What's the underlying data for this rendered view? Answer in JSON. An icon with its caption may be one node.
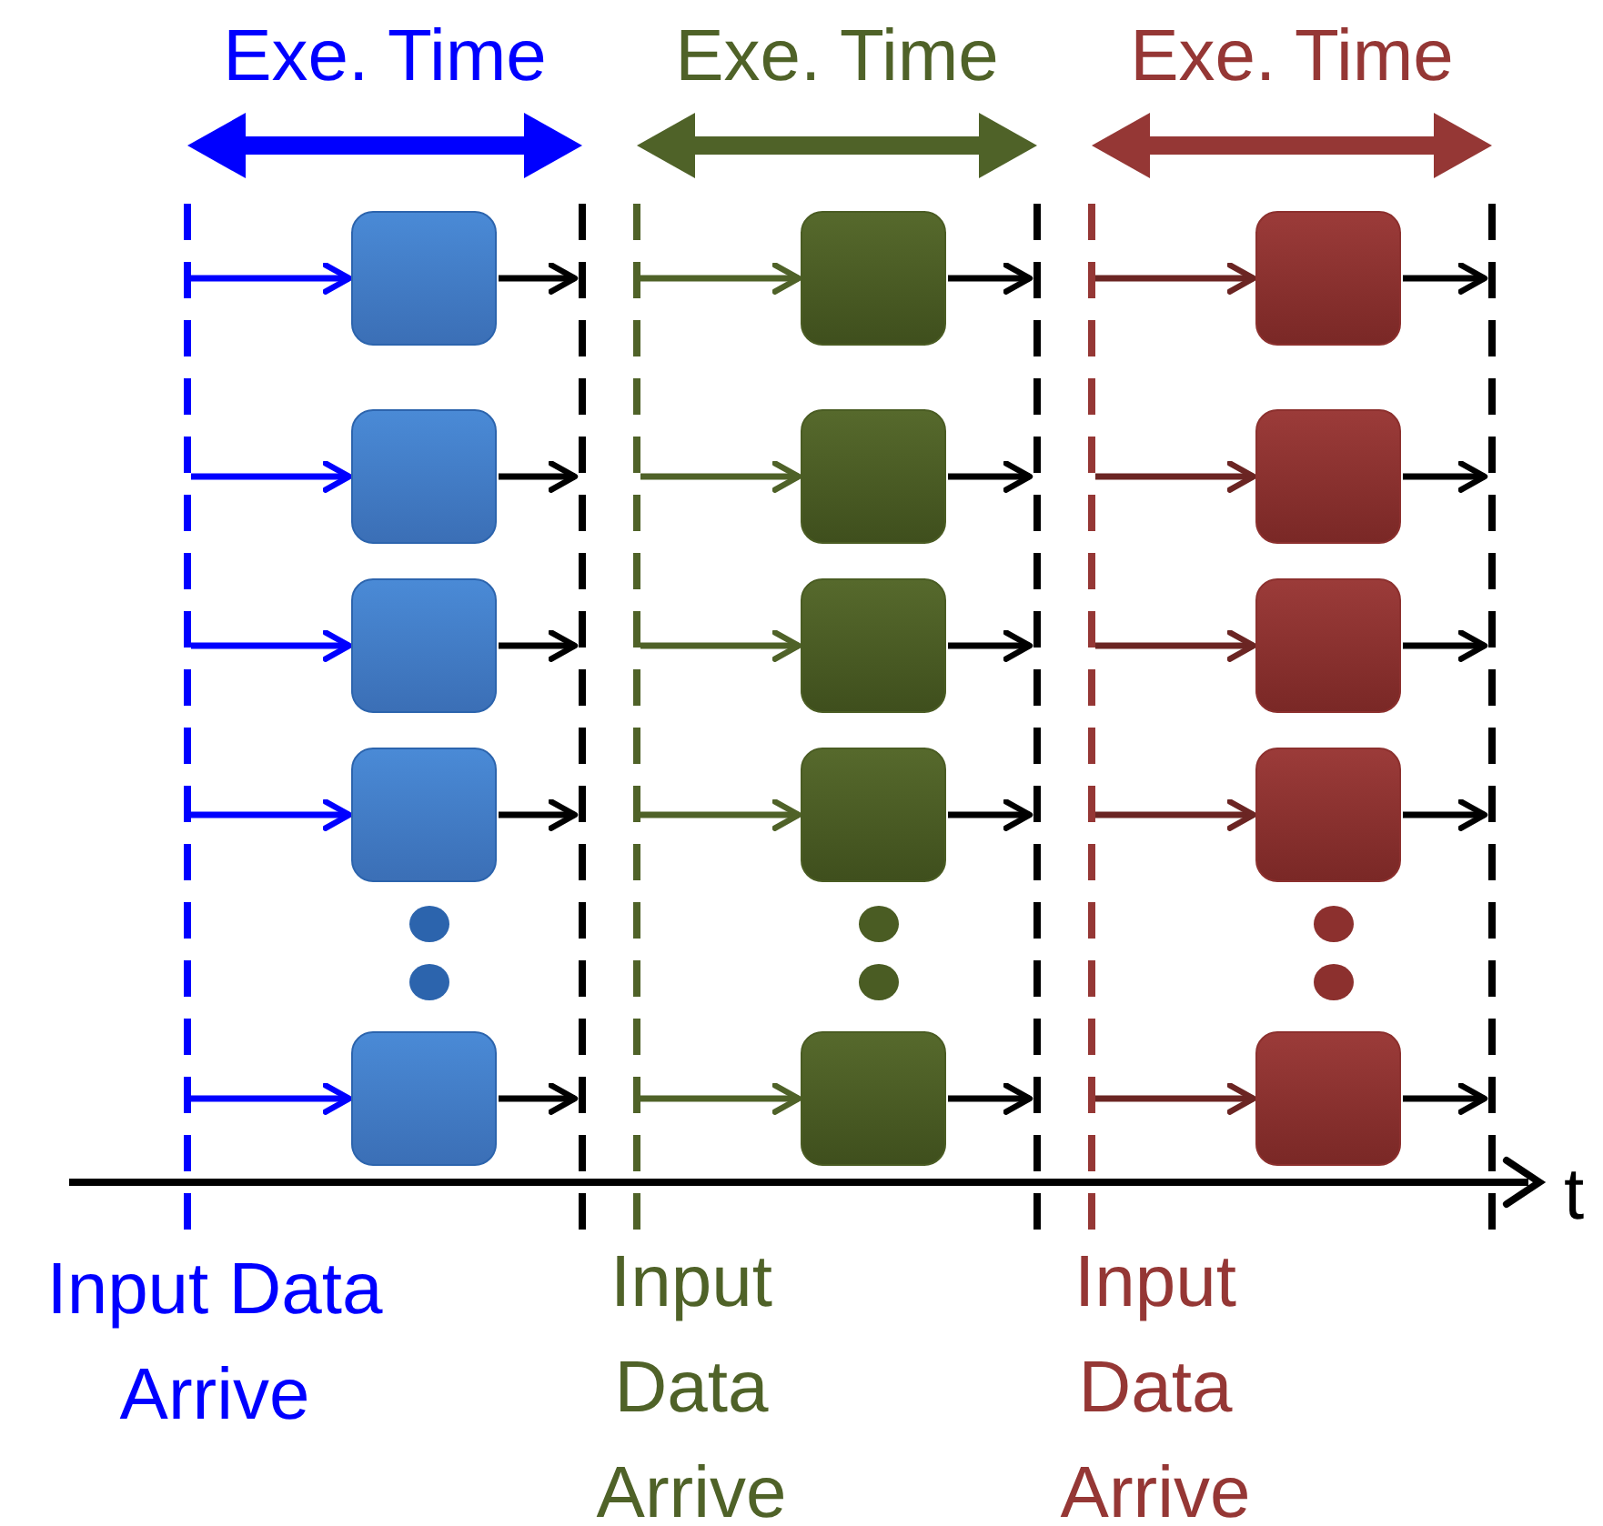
{
  "diagram": {
    "nodes": [
      {
        "text": [],
        "shape": "box"
      },
      {
        "text": [],
        "shape": "box"
      },
      {
        "text": [],
        "shape": "box"
      },
      {
        "text": [],
        "shape": "box"
      },
      {
        "text": [],
        "shape": "box"
      },
      {
        "text": [],
        "shape": "box"
      },
      {
        "text": [],
        "shape": "box"
      },
      {
        "text": [],
        "shape": "box"
      },
      {
        "text": [],
        "shape": "box"
      },
      {
        "text": [],
        "shape": "box"
      },
      {
        "text": [],
        "shape": "box"
      },
      {
        "text": [],
        "shape": "box"
      },
      {
        "text": [],
        "shape": "box"
      },
      {
        "text": [],
        "shape": "box"
      },
      {
        "text": [],
        "shape": "box"
      }
    ],
    "edges": [
      {
        "from": null,
        "to": 0,
        "arrow": "to",
        "color": "#0000ff"
      },
      {
        "from": 0,
        "to": null,
        "arrow": "to"
      },
      {
        "from": null,
        "to": 1,
        "arrow": "to",
        "color": "#0000ff"
      },
      {
        "from": 1,
        "to": null,
        "arrow": "to"
      },
      {
        "from": null,
        "to": 2,
        "arrow": "to",
        "color": "#0000ff"
      },
      {
        "from": 2,
        "to": null,
        "arrow": "to"
      },
      {
        "from": null,
        "to": 3,
        "arrow": "to",
        "color": "#0000ff"
      },
      {
        "from": 3,
        "to": null,
        "arrow": "to"
      },
      {
        "from": null,
        "to": 4,
        "arrow": "to",
        "color": "#0000ff"
      },
      {
        "from": 4,
        "to": null,
        "arrow": "to"
      },
      {
        "from": null,
        "to": 5,
        "arrow": "to",
        "color": "#4f6228"
      },
      {
        "from": 5,
        "to": null,
        "arrow": "to"
      },
      {
        "from": null,
        "to": 6,
        "arrow": "to",
        "color": "#4f6228"
      },
      {
        "from": 6,
        "to": null,
        "arrow": "to"
      },
      {
        "from": null,
        "to": 7,
        "arrow": "to",
        "color": "#4f6228"
      },
      {
        "from": 7,
        "to": null,
        "arrow": "to"
      },
      {
        "from": null,
        "to": 8,
        "arrow": "to",
        "color": "#4f6228"
      },
      {
        "from": 8,
        "to": null,
        "arrow": "to"
      },
      {
        "from": null,
        "to": 9,
        "arrow": "to",
        "color": "#4f6228"
      },
      {
        "from": 9,
        "to": null,
        "arrow": "to"
      },
      {
        "from": null,
        "to": 10,
        "arrow": "to",
        "color": "#6b2523"
      },
      {
        "from": 10,
        "to": null,
        "arrow": "to"
      },
      {
        "from": null,
        "to": 11,
        "arrow": "to",
        "color": "#6b2523"
      },
      {
        "from": 11,
        "to": null,
        "arrow": "to"
      },
      {
        "from": null,
        "to": 12,
        "arrow": "to",
        "color": "#6b2523"
      },
      {
        "from": 12,
        "to": null,
        "arrow": "to"
      },
      {
        "from": null,
        "to": 13,
        "arrow": "to",
        "color": "#6b2523"
      },
      {
        "from": 13,
        "to": null,
        "arrow": "to"
      },
      {
        "from": null,
        "to": 14,
        "arrow": "to",
        "color": "#6b2523"
      },
      {
        "from": 14,
        "to": null,
        "arrow": "to"
      }
    ],
    "labels": [
      "Exe. Time",
      "Exe. Time",
      "Exe. Time",
      "t",
      "Input Data Arrive",
      "Input Data Arrive",
      "Input Data Arrive"
    ]
  }
}
